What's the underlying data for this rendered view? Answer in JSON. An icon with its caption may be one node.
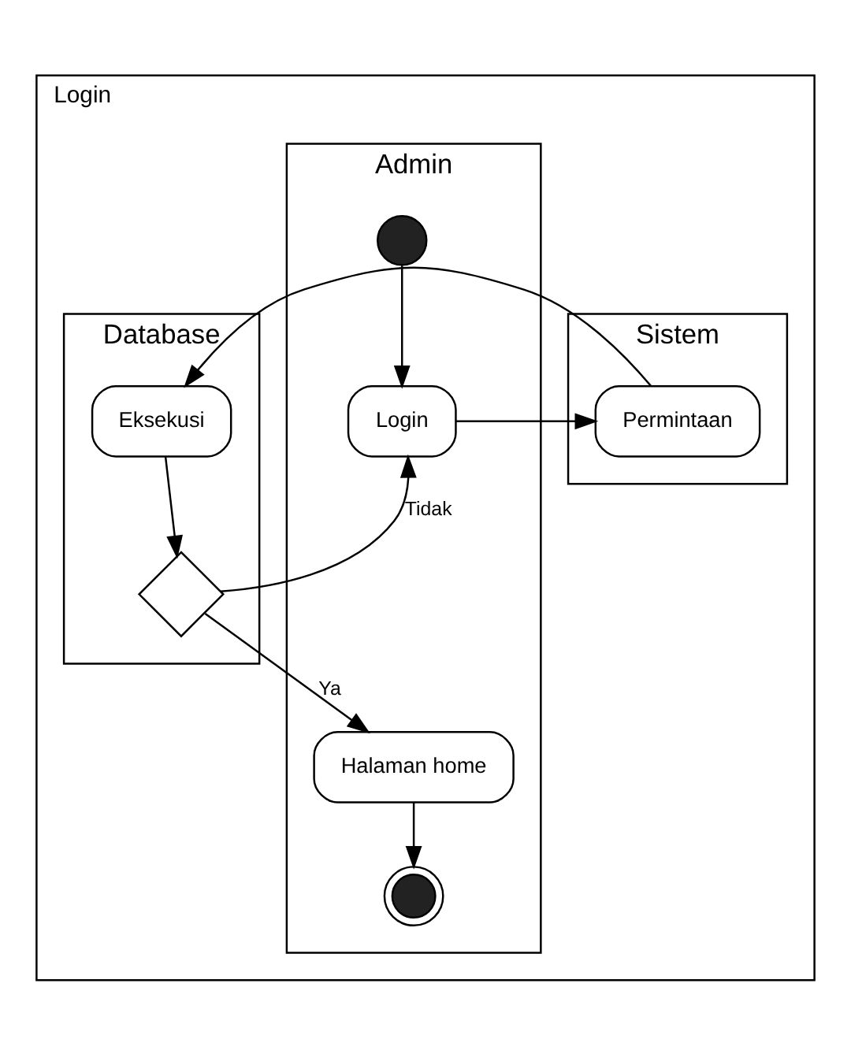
{
  "diagram": {
    "nodes": [
      {
        "text": [
          "Login"
        ]
      },
      {
        "text": [
          "Admin"
        ],
        "in": 0
      },
      {
        "text": [
          "Sistem"
        ],
        "in": 0
      },
      {
        "text": [
          "Database"
        ],
        "in": 0
      },
      {
        "text": [],
        "shape": "circle",
        "in": 1
      },
      {
        "text": [
          "Login"
        ],
        "in": 1
      },
      {
        "text": [
          "Permintaan"
        ],
        "in": 2
      },
      {
        "text": [
          "Eksekusi"
        ],
        "in": 3
      },
      {
        "text": [],
        "shape": "diamond",
        "in": 3
      },
      {
        "text": [
          "Halaman home"
        ],
        "in": 1
      },
      {
        "text": [],
        "shape": "circle",
        "in": 1
      }
    ],
    "edges": [
      {
        "from": 4,
        "to": 5,
        "arrow": "to"
      },
      {
        "from": 5,
        "to": 6,
        "arrow": "to"
      },
      {
        "from": 6,
        "to": 7,
        "arrow": "to"
      },
      {
        "from": 7,
        "to": 8,
        "arrow": "to"
      },
      {
        "from": 8,
        "to": 5,
        "label": "Tidak",
        "arrow": "to"
      },
      {
        "from": 8,
        "to": 9,
        "label": "Ya",
        "arrow": "to"
      },
      {
        "from": 9,
        "to": 10,
        "arrow": "to"
      }
    ]
  }
}
